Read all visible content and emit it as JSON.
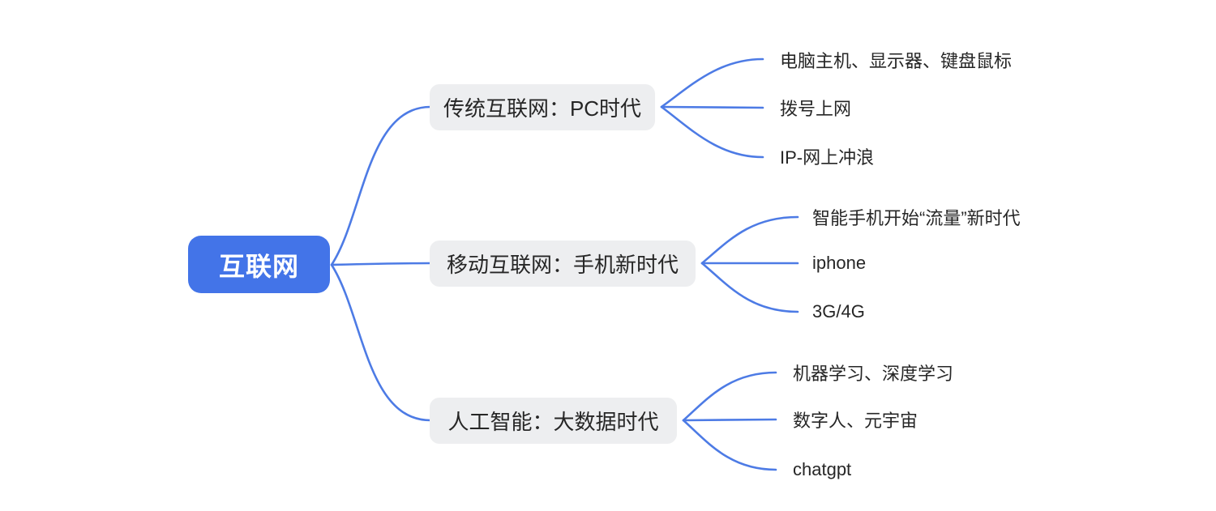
{
  "theme": {
    "root_fill": "#4374E8",
    "root_text_color": "#FFFFFF",
    "branch_fill": "#EDEEF0",
    "node_text_color": "#262626",
    "connector_color": "#4D7BE5",
    "background": "#FFFFFF"
  },
  "mindmap": {
    "root": {
      "label": "互联网"
    },
    "branches": [
      {
        "label": "传统互联网：PC时代",
        "children": [
          {
            "label": "电脑主机、显示器、键盘鼠标"
          },
          {
            "label": "拨号上网"
          },
          {
            "label": "IP-网上冲浪"
          }
        ]
      },
      {
        "label": "移动互联网：手机新时代",
        "children": [
          {
            "label": "智能手机开始“流量”新时代"
          },
          {
            "label": "iphone"
          },
          {
            "label": "3G/4G"
          }
        ]
      },
      {
        "label": "人工智能：大数据时代",
        "children": [
          {
            "label": "机器学习、深度学习"
          },
          {
            "label": "数字人、元宇宙"
          },
          {
            "label": "chatgpt"
          }
        ]
      }
    ]
  }
}
